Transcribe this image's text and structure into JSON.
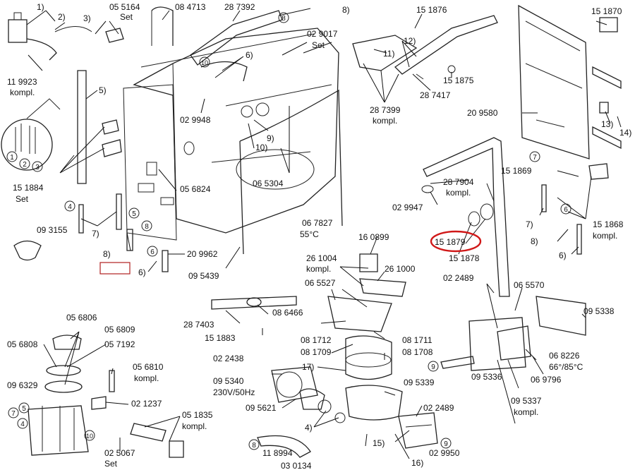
{
  "labels": [
    {
      "id": "l1",
      "text": "1)"
    },
    {
      "id": "l2",
      "text": "2)"
    },
    {
      "id": "l3",
      "text": "3)"
    },
    {
      "id": "l4",
      "text": "05 5164"
    },
    {
      "id": "l5",
      "text": "Set"
    },
    {
      "id": "l6",
      "text": "08 4713"
    },
    {
      "id": "l7",
      "text": "28 7392"
    },
    {
      "id": "l8",
      "text": "8)"
    },
    {
      "id": "l9",
      "text": "02 9017"
    },
    {
      "id": "l10",
      "text": "Set"
    },
    {
      "id": "l11",
      "text": "6)"
    },
    {
      "id": "l12",
      "text": "11 9923"
    },
    {
      "id": "l13",
      "text": "kompl."
    },
    {
      "id": "l14",
      "text": "5)"
    },
    {
      "id": "l15",
      "text": "02 9948"
    },
    {
      "id": "l16",
      "text": "9)"
    },
    {
      "id": "l17",
      "text": "10)"
    },
    {
      "id": "l18",
      "text": "15 1884"
    },
    {
      "id": "l19",
      "text": "Set"
    },
    {
      "id": "l20",
      "text": "05 6824"
    },
    {
      "id": "l21",
      "text": "06 5304"
    },
    {
      "id": "l22",
      "text": "7)"
    },
    {
      "id": "l23",
      "text": "09 3155"
    },
    {
      "id": "l24",
      "text": "8)"
    },
    {
      "id": "l25",
      "text": "6)"
    },
    {
      "id": "l26",
      "text": "20 9962"
    },
    {
      "id": "l27",
      "text": "09 5439"
    },
    {
      "id": "l28",
      "text": "06 7827"
    },
    {
      "id": "l29",
      "text": "55°C"
    },
    {
      "id": "l30",
      "text": "15 1876"
    },
    {
      "id": "l31",
      "text": "12)"
    },
    {
      "id": "l32",
      "text": "11)"
    },
    {
      "id": "l33",
      "text": "15 1875"
    },
    {
      "id": "l34",
      "text": "28 7417"
    },
    {
      "id": "l35",
      "text": "28 7399"
    },
    {
      "id": "l36",
      "text": "kompl."
    },
    {
      "id": "l37",
      "text": "15 1870"
    },
    {
      "id": "l38",
      "text": "20 9580"
    },
    {
      "id": "l39",
      "text": "13)"
    },
    {
      "id": "l40",
      "text": "14)"
    },
    {
      "id": "l41",
      "text": "15 1869"
    },
    {
      "id": "l42",
      "text": "28 7904"
    },
    {
      "id": "l43",
      "text": "kompl."
    },
    {
      "id": "l44",
      "text": "02 9947"
    },
    {
      "id": "l45",
      "text": "7)"
    },
    {
      "id": "l46",
      "text": "15 1868"
    },
    {
      "id": "l47",
      "text": "kompl."
    },
    {
      "id": "l48",
      "text": "8)"
    },
    {
      "id": "l49",
      "text": "6)"
    },
    {
      "id": "l50",
      "text": "16 0899"
    },
    {
      "id": "l51",
      "text": "15 1879"
    },
    {
      "id": "l52",
      "text": "15 1878"
    },
    {
      "id": "l53",
      "text": "26 1004"
    },
    {
      "id": "l54",
      "text": "kompl."
    },
    {
      "id": "l55",
      "text": "26 1000"
    },
    {
      "id": "l56",
      "text": "06 5527"
    },
    {
      "id": "l57",
      "text": "02 2489"
    },
    {
      "id": "l58",
      "text": "06 5570"
    },
    {
      "id": "l59",
      "text": "09 5338"
    },
    {
      "id": "l60",
      "text": "28 7403"
    },
    {
      "id": "l61",
      "text": "08 6466"
    },
    {
      "id": "l62",
      "text": "15 1883"
    },
    {
      "id": "l63",
      "text": "08 1712"
    },
    {
      "id": "l64",
      "text": "08 1711"
    },
    {
      "id": "l65",
      "text": "08 1709"
    },
    {
      "id": "l66",
      "text": "08 1708"
    },
    {
      "id": "l67",
      "text": "05 6806"
    },
    {
      "id": "l68",
      "text": "05 6809"
    },
    {
      "id": "l69",
      "text": "05 6808"
    },
    {
      "id": "l70",
      "text": "05 7192"
    },
    {
      "id": "l71",
      "text": "05 6810"
    },
    {
      "id": "l72",
      "text": "kompl."
    },
    {
      "id": "l73",
      "text": "09 6329"
    },
    {
      "id": "l74",
      "text": "02 1237"
    },
    {
      "id": "l75",
      "text": "02 2438"
    },
    {
      "id": "l76",
      "text": "17)"
    },
    {
      "id": "l77",
      "text": "09 5336"
    },
    {
      "id": "l78",
      "text": "06 8226"
    },
    {
      "id": "l79",
      "text": "66°/85°C"
    },
    {
      "id": "l80",
      "text": "06 9796"
    },
    {
      "id": "l81",
      "text": "09 5340"
    },
    {
      "id": "l82",
      "text": "230V/50Hz"
    },
    {
      "id": "l83",
      "text": "09 5339"
    },
    {
      "id": "l84",
      "text": "09 5621"
    },
    {
      "id": "l85",
      "text": "02 2489"
    },
    {
      "id": "l86",
      "text": "09 5337"
    },
    {
      "id": "l87",
      "text": "kompl."
    },
    {
      "id": "l88",
      "text": "05 1835"
    },
    {
      "id": "l89",
      "text": "kompl."
    },
    {
      "id": "l90",
      "text": "4)"
    },
    {
      "id": "l91",
      "text": "02 5067"
    },
    {
      "id": "l92",
      "text": "Set"
    },
    {
      "id": "l93",
      "text": "11 8994"
    },
    {
      "id": "l94",
      "text": "03 0134"
    },
    {
      "id": "l95",
      "text": "15)"
    },
    {
      "id": "l96",
      "text": "02 9950"
    },
    {
      "id": "l97",
      "text": "16)"
    }
  ],
  "circled": [
    {
      "id": "c1",
      "text": "1"
    },
    {
      "id": "c2",
      "text": "2"
    },
    {
      "id": "c3",
      "text": "3"
    },
    {
      "id": "c4",
      "text": "8"
    },
    {
      "id": "c5",
      "text": "10"
    },
    {
      "id": "c6",
      "text": "4"
    },
    {
      "id": "c7",
      "text": "5"
    },
    {
      "id": "c8",
      "text": "6"
    },
    {
      "id": "c9",
      "text": "8"
    },
    {
      "id": "c10",
      "text": "7"
    },
    {
      "id": "c11",
      "text": "6"
    },
    {
      "id": "c12",
      "text": "9"
    },
    {
      "id": "c13",
      "text": "7"
    },
    {
      "id": "c14",
      "text": "5"
    },
    {
      "id": "c15",
      "text": "4"
    },
    {
      "id": "c16",
      "text": "10"
    },
    {
      "id": "c17",
      "text": "8"
    },
    {
      "id": "c18",
      "text": "9"
    }
  ],
  "highlight": {
    "target": "15 1879",
    "color": "#d01818"
  }
}
